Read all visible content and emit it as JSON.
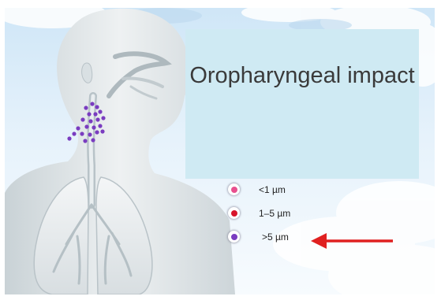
{
  "title": "Oropharyngeal impact",
  "legend": [
    {
      "label": "<1 µm",
      "color": "#e8508f"
    },
    {
      "label": "1–5 µm",
      "color": "#d8142a"
    },
    {
      "label": ">5 µm",
      "color": "#7a3cc0"
    }
  ],
  "pointer": {
    "target": ">5 µm",
    "color": "#e02020"
  },
  "particle_color": "#7a3cc0"
}
